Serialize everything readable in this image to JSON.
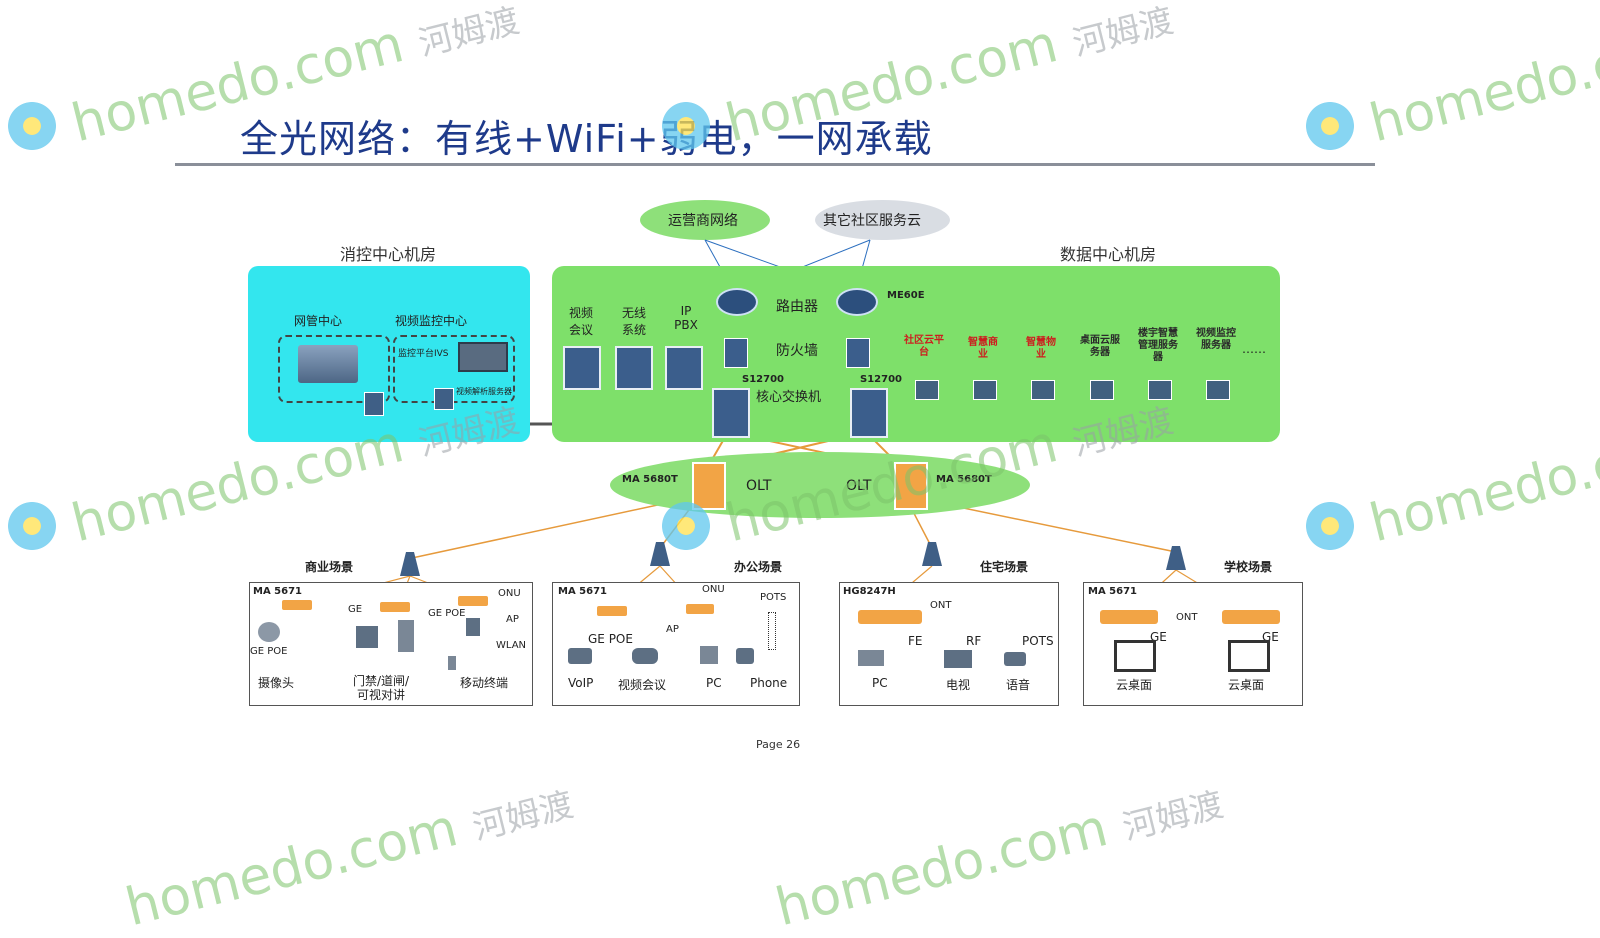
{
  "slide": {
    "title": "全光网络：有线+WiFi+弱电，一网承载",
    "page": "Page 26"
  },
  "top_clouds": {
    "carrier": "运营商网络",
    "other": "其它社区服务云"
  },
  "fire_center": {
    "label": "消控中心机房",
    "nms": "网管中心",
    "video": "视频监控中心",
    "video_platform": "监控平台IVS",
    "video_analysis": "视频解析服务器"
  },
  "data_center": {
    "label": "数据中心机房",
    "services": [
      "视频会议",
      "无线系统",
      "IP PBX"
    ],
    "router_label": "路由器",
    "router_model": "ME60E",
    "firewall_label": "防火墙",
    "core_model_a": "S12700",
    "core_model_b": "S12700",
    "core_label": "核心交换机",
    "servers": [
      "社区云平台",
      "智慧商业",
      "智慧物业",
      "桌面云服务器",
      "楼宇智慧管理服务器",
      "视频监控服务器"
    ],
    "ellipsis": "……"
  },
  "olt": {
    "left_model": "MA 5680T",
    "right_model": "MA 5680T",
    "left_label": "OLT",
    "right_label": "OLT"
  },
  "scenes": [
    {
      "name": "商业场景",
      "device": "MA 5671",
      "labels": [
        "ONU",
        "GE",
        "GE POE",
        "AP",
        "WLAN",
        "GE POE"
      ],
      "endpoints": [
        "摄像头",
        "门禁/道闸/可视对讲",
        "移动终端"
      ]
    },
    {
      "name": "办公场景",
      "device": "MA 5671",
      "labels": [
        "ONU",
        "POTS",
        "GE POE",
        "AP"
      ],
      "endpoints": [
        "VoIP",
        "视频会议",
        "PC",
        "Phone"
      ]
    },
    {
      "name": "住宅场景",
      "device": "HG8247H",
      "labels": [
        "ONT",
        "FE",
        "RF",
        "POTS"
      ],
      "endpoints": [
        "PC",
        "电视",
        "语音"
      ]
    },
    {
      "name": "学校场景",
      "device": "MA 5671",
      "labels": [
        "ONT",
        "GE",
        "GE"
      ],
      "endpoints": [
        "云桌面",
        "云桌面"
      ]
    }
  ],
  "watermark": {
    "text": "homedo.com",
    "cn": "河姆渡"
  },
  "colors": {
    "title": "#1e3a8a",
    "panel_cyan": "#33e6ee",
    "panel_green": "#7ee06a",
    "cloud_green": "#8ee07a",
    "fiber": "#e69a3c",
    "server_red": "#cc1f1f"
  }
}
